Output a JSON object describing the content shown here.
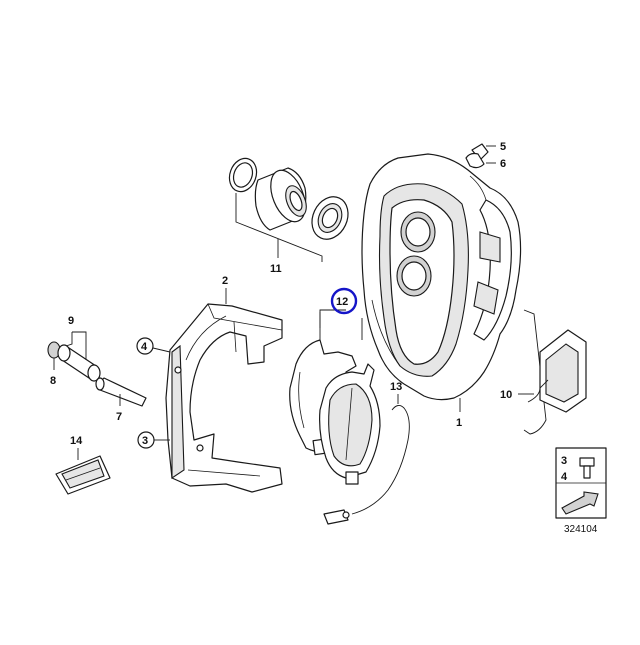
{
  "callouts": {
    "c1": "1",
    "c2": "2",
    "c3": "3",
    "c4": "4",
    "c5": "5",
    "c6": "6",
    "c7": "7",
    "c8": "8",
    "c9": "9",
    "c10": "10",
    "c11": "11",
    "c12": "12",
    "c13": "13",
    "c14": "14"
  },
  "circled_callouts": {
    "c3": "3",
    "c4": "4"
  },
  "highlight": {
    "label": "12",
    "color": "#1515c8"
  },
  "legend_box": {
    "top_label": "3",
    "bottom_label": "4"
  },
  "diagram_number": "324104"
}
